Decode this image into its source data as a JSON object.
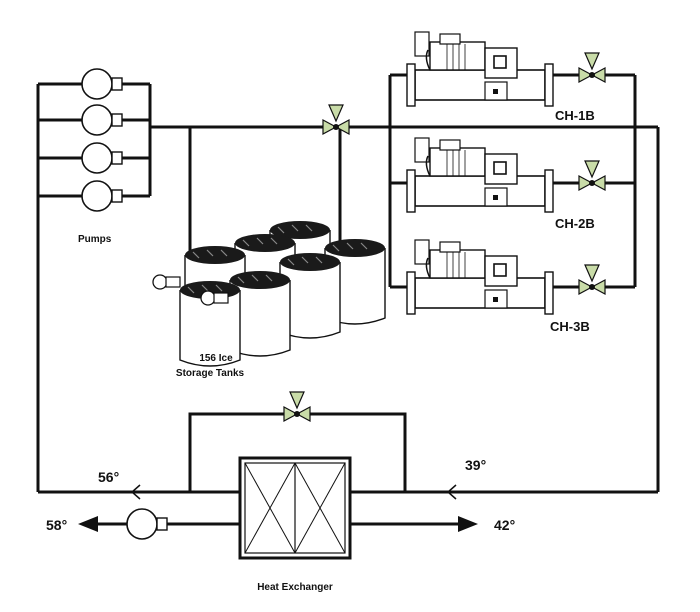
{
  "labels": {
    "pumps": "Pumps",
    "tanks_line1": "156 Ice",
    "tanks_line2": "Storage Tanks",
    "heat_exchanger": "Heat Exchanger",
    "chiller_1": "CH-1B",
    "chiller_2": "CH-2B",
    "chiller_3": "CH-3B"
  },
  "temperatures": {
    "supply_left": "56°",
    "return_right": "39°",
    "out_left": "58°",
    "out_right": "42°"
  },
  "colors": {
    "line": "#111111",
    "valve": "#c9dca8",
    "tank_top": "#1a1a1a"
  },
  "icons": [
    "pump-icon",
    "valve-icon",
    "chiller-icon",
    "ice-tank-icon",
    "heat-exchanger-icon",
    "flow-arrow-icon"
  ]
}
